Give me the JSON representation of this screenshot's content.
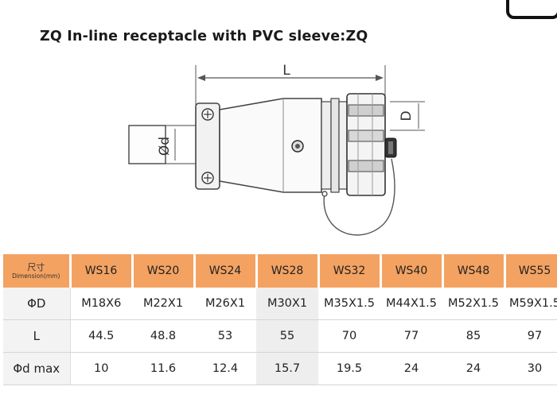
{
  "title": "ZQ  In-line receptacle with PVC sleeve:ZQ",
  "drawing": {
    "dim_L": "L",
    "dim_D": "D",
    "dim_d": "Ød"
  },
  "table": {
    "header_lead_cn": "尺寸",
    "header_lead_en": "Dimension(mm)",
    "models": [
      "WS16",
      "WS20",
      "WS24",
      "WS28",
      "WS32",
      "WS40",
      "WS48",
      "WS55"
    ],
    "rows": [
      {
        "label": "ΦD",
        "values": [
          "M18X6",
          "M22X1",
          "M26X1",
          "M30X1",
          "M35X1.5",
          "M44X1.5",
          "M52X1.5",
          "M59X1.5"
        ]
      },
      {
        "label": "L",
        "values": [
          "44.5",
          "48.8",
          "53",
          "55",
          "70",
          "77",
          "85",
          "97"
        ]
      },
      {
        "label": "Φd max",
        "values": [
          "10",
          "11.6",
          "12.4",
          "15.7",
          "19.5",
          "24",
          "24",
          "30"
        ]
      }
    ],
    "colors": {
      "header": "#f4a261",
      "highlight": "#eeeeee"
    }
  }
}
